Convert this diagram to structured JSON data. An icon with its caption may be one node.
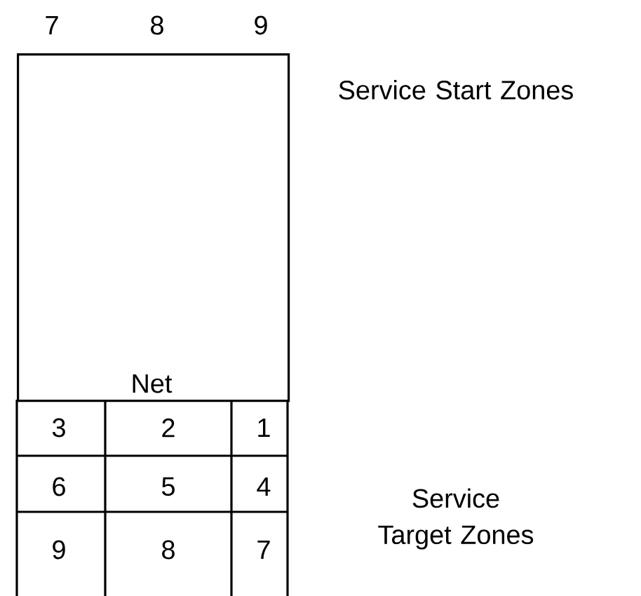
{
  "diagram": {
    "nodes": [
      {
        "text": [
          "Net"
        ]
      }
    ],
    "labels": [
      "7",
      "8",
      "9",
      "Service Start Zones",
      "3",
      "2",
      "1",
      "6",
      "5",
      "4",
      "Service Target Zones",
      "9",
      "8",
      "7"
    ]
  }
}
